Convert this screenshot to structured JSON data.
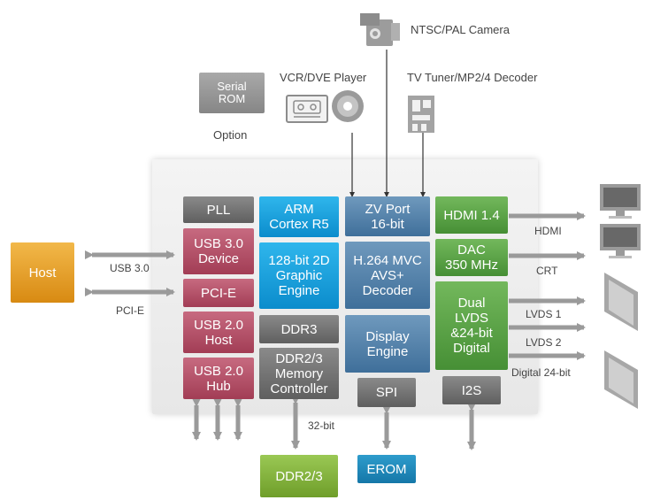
{
  "external": {
    "camera_label": "NTSC/PAL Camera",
    "vcr_label": "VCR/DVE Player",
    "tuner_label": "TV Tuner/MP2/4 Decoder",
    "serial_rom": "Serial\nROM",
    "option_label": "Option",
    "host": "Host",
    "ddr_external": "DDR2/3",
    "erom": "EROM"
  },
  "link_labels": {
    "usb30": "USB 3.0",
    "pcie": "PCI-E",
    "hdmi": "HDMI",
    "crt": "CRT",
    "lvds1": "LVDS 1",
    "lvds2": "LVDS 2",
    "digital24": "Digital 24-bit",
    "bus32": "32-bit"
  },
  "blocks": {
    "pll": "PLL",
    "usb30_device": "USB 3.0\nDevice",
    "pcie": "PCI-E",
    "usb20_host": "USB 2.0\nHost",
    "usb20_hub": "USB 2.0\nHub",
    "arm": "ARM\nCortex R5",
    "graphic_engine": "128-bit 2D\nGraphic\nEngine",
    "ddr3": "DDR3",
    "memory_controller": "DDR2/3\nMemory\nController",
    "zv_port": "ZV Port\n16-bit",
    "h264": "H.264 MVC\nAVS+\nDecoder",
    "display_engine": "Display\nEngine",
    "spi": "SPI",
    "hdmi": "HDMI 1.4",
    "dac": "DAC\n350 MHz",
    "lvds": "Dual\nLVDS\n&24-bit\nDigital",
    "i2s": "I2S"
  },
  "colors": {
    "gray": "#6f6f6f",
    "red": "#b04a63",
    "cyan": "#1ca3e0",
    "steel": "#5683ab",
    "green": "#5ba344",
    "orange": "#e9a12c",
    "lime": "#84b43e",
    "teal": "#208ab9",
    "arrow": "#9a9a9a"
  }
}
